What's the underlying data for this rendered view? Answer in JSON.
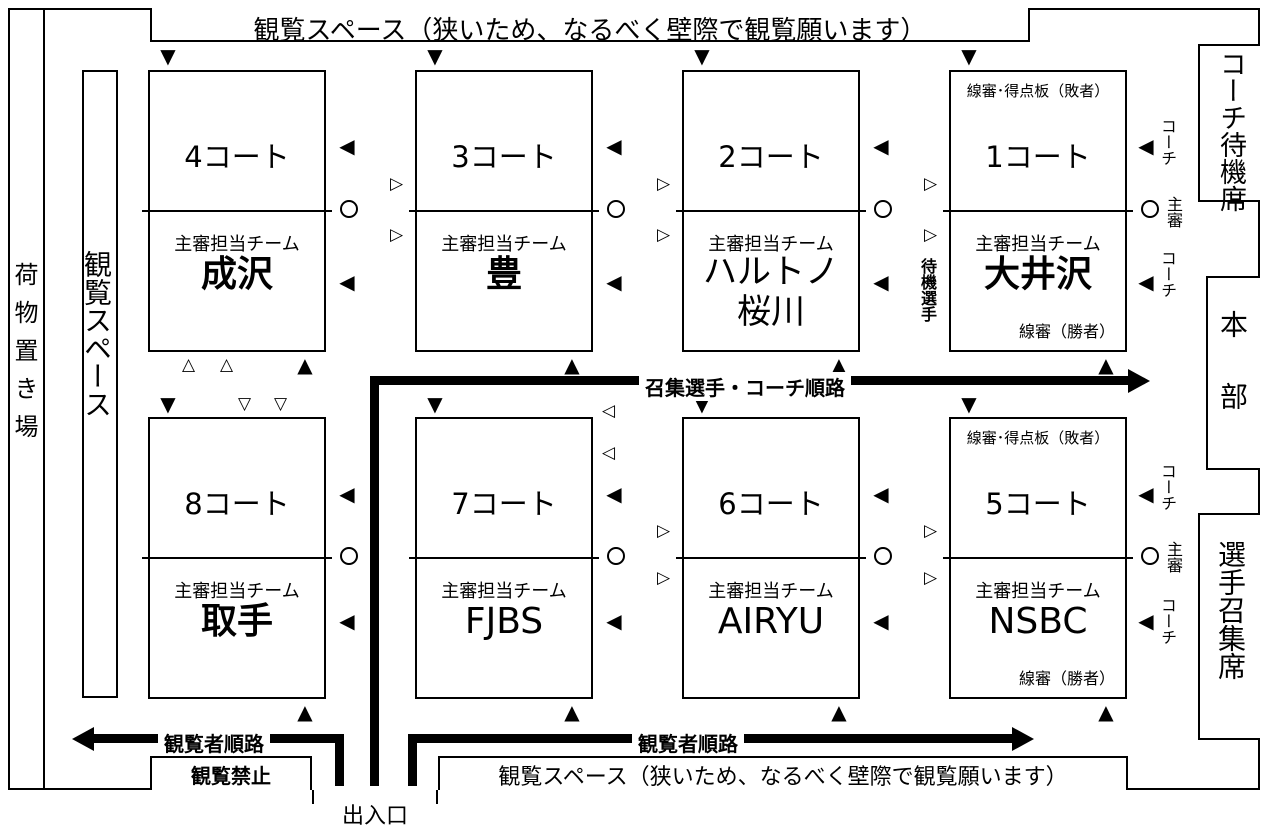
{
  "top_viewing_space": "観覧スペース（狭いため、なるべく壁際で観覧願います）",
  "bottom_viewing_space": "観覧スペース（狭いため、なるべく壁際で観覧願います）",
  "left_wall_label": "荷物置き場",
  "left_viewing_space": "観覧スペース",
  "right_panels": {
    "coach_waiting": "コーチ待機席",
    "headquarters": "本部",
    "player_call": "選手召集席"
  },
  "umpire_team_label": "主審担当チーム",
  "line_judge_loser": "線審･得点板（敗者）",
  "line_judge_winner": "線審（勝者）",
  "coach_label": "コーチ",
  "chief_umpire_label": "主審",
  "waiting_players": "待機選手",
  "courts": {
    "c4": {
      "name": "4コート",
      "team": "成沢"
    },
    "c3": {
      "name": "3コート",
      "team": "豊"
    },
    "c2": {
      "name": "2コート",
      "team": "ハルトノ\n桜川"
    },
    "c1": {
      "name": "1コート",
      "team": "大井沢"
    },
    "c8": {
      "name": "8コート",
      "team": "取手"
    },
    "c7": {
      "name": "7コート",
      "team": "FJBS"
    },
    "c6": {
      "name": "6コート",
      "team": "AIRYU"
    },
    "c5": {
      "name": "5コート",
      "team": "NSBC"
    }
  },
  "routes": {
    "player_route": "召集選手・コーチ順路",
    "spectator_route": "観覧者順路",
    "no_viewing": "観覧禁止",
    "entrance": "出入口"
  },
  "symbols": {
    "tri_down": "▼",
    "tri_up": "▲",
    "tri_left": "◀",
    "tri_right_open": "▷",
    "tri_left_open": "◁",
    "tri_up_open": "△",
    "tri_down_open": "▽"
  }
}
